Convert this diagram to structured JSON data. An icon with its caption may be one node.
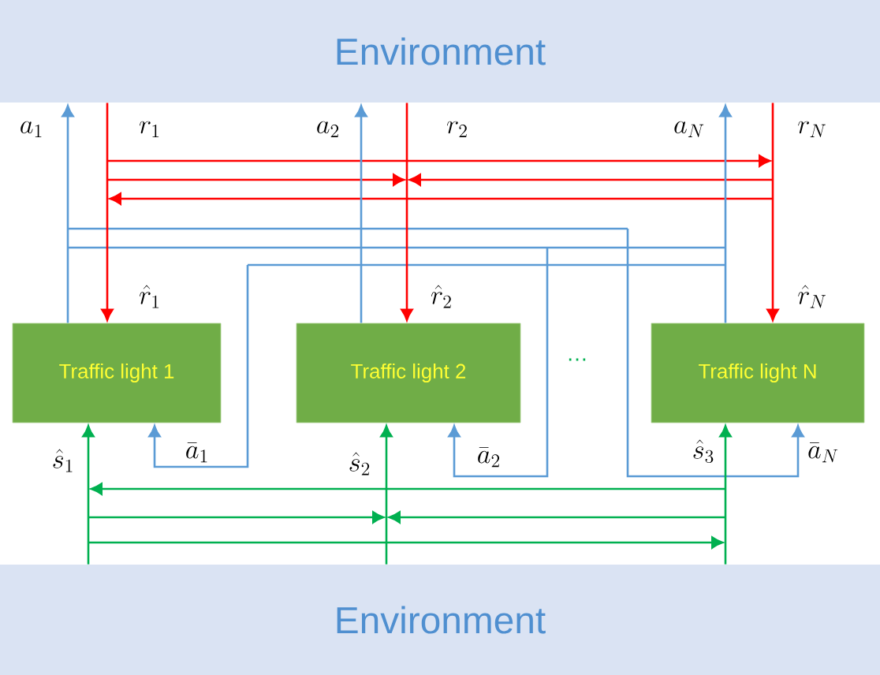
{
  "diagram": {
    "nodes": [
      {
        "text": [
          "Environment"
        ]
      },
      {
        "text": [
          "Traffic light 1"
        ]
      },
      {
        "text": [
          "Traffic light 2"
        ]
      },
      {
        "text": [
          "Traffic light N"
        ]
      },
      {
        "text": [
          "Environment"
        ]
      }
    ],
    "edges": [
      {
        "from": 1,
        "to": 0,
        "arrow": "to"
      },
      {
        "from": 2,
        "to": 0,
        "arrow": "to"
      },
      {
        "from": 3,
        "to": 0,
        "arrow": "to"
      },
      {
        "from": 0,
        "to": 1,
        "arrow": "to",
        "color": "#ff0000"
      },
      {
        "from": 0,
        "to": 2,
        "arrow": "to",
        "color": "#ff0000"
      },
      {
        "from": 0,
        "to": 3,
        "arrow": "to",
        "color": "#ff0000"
      },
      {
        "from": null,
        "to": 1,
        "arrow": "to"
      },
      {
        "from": null,
        "to": 2,
        "arrow": "to"
      },
      {
        "from": null,
        "to": 3,
        "arrow": "to"
      },
      {
        "from": 4,
        "to": 1,
        "arrow": "to",
        "color": "#00b050"
      },
      {
        "from": 4,
        "to": 2,
        "arrow": "to",
        "color": "#00b050"
      },
      {
        "from": 4,
        "to": 3,
        "arrow": "to",
        "color": "#00b050"
      }
    ],
    "labels": [
      "a_1",
      "r_1",
      "a_2",
      "r_2",
      "a_N",
      "r_N",
      "\\hat{r}_1",
      "\\hat{r}_2",
      "\\hat{r}_N",
      "\\hat{s}_1",
      "\\bar{a}_1",
      "\\hat{s}_2",
      "\\bar{a}_2",
      "\\hat{s}_3",
      "\\bar{a}_N",
      "…"
    ]
  }
}
